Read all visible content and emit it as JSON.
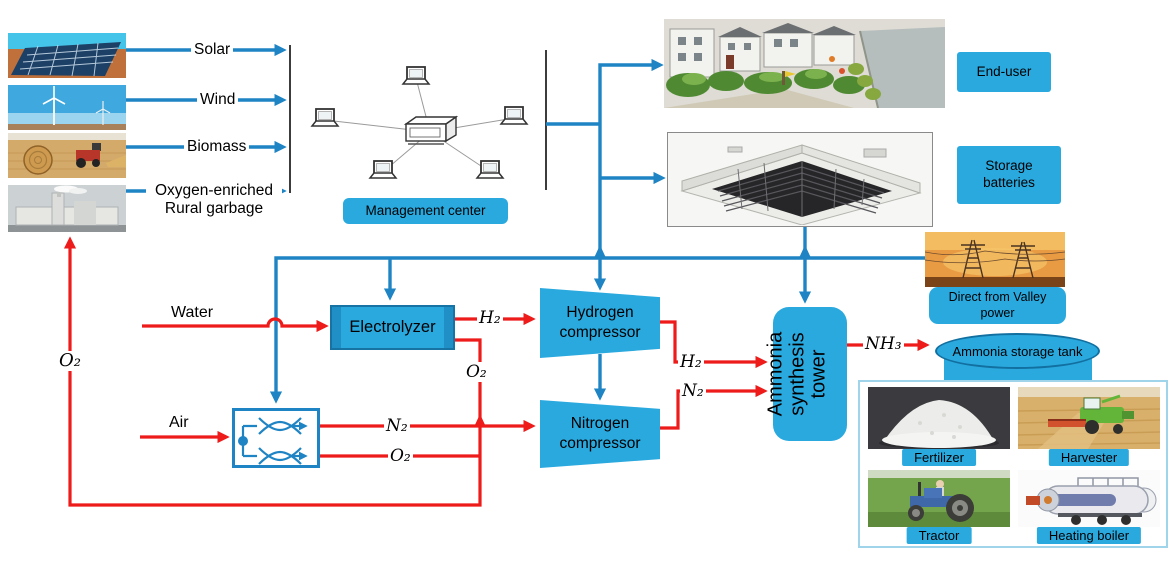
{
  "colors": {
    "accent_blue": "#1e84c4",
    "box_blue": "#2aa9df",
    "line_red": "#ee1b1b"
  },
  "sources": {
    "solar": {
      "label": "Solar"
    },
    "wind": {
      "label": "Wind"
    },
    "biomass": {
      "label": "Biomass"
    },
    "garbage": {
      "label1": "Oxygen-enriched",
      "label2": "Rural garbage"
    }
  },
  "management_center": {
    "label": "Management center"
  },
  "end_user": {
    "label": "End-user"
  },
  "storage_batteries": {
    "label": "Storage batteries"
  },
  "valley_power": {
    "label": "Direct from Valley power"
  },
  "flows": {
    "water": "Water",
    "air": "Air",
    "h2": "H₂",
    "o2": "O₂",
    "n2": "N₂",
    "nh3": "NH₃"
  },
  "units": {
    "electrolyzer": "Electrolyzer",
    "hydrogen_compressor": "Hydrogen compressor",
    "nitrogen_compressor": "Nitrogen compressor",
    "ammonia_synthesis_tower": "Ammonia synthesis tower",
    "ammonia_storage_tank": "Ammonia storage tank"
  },
  "products": {
    "fertilizer": "Fertilizer",
    "harvester": "Harvester",
    "tractor": "Tractor",
    "heating_boiler": "Heating boiler"
  },
  "icons": {
    "laptop": "laptop-icon",
    "server": "server-icon",
    "air_separator": "air-separator-icon",
    "compressor": "compressor-trapezoid-icon",
    "tank": "storage-tank-cylinder-icon"
  }
}
